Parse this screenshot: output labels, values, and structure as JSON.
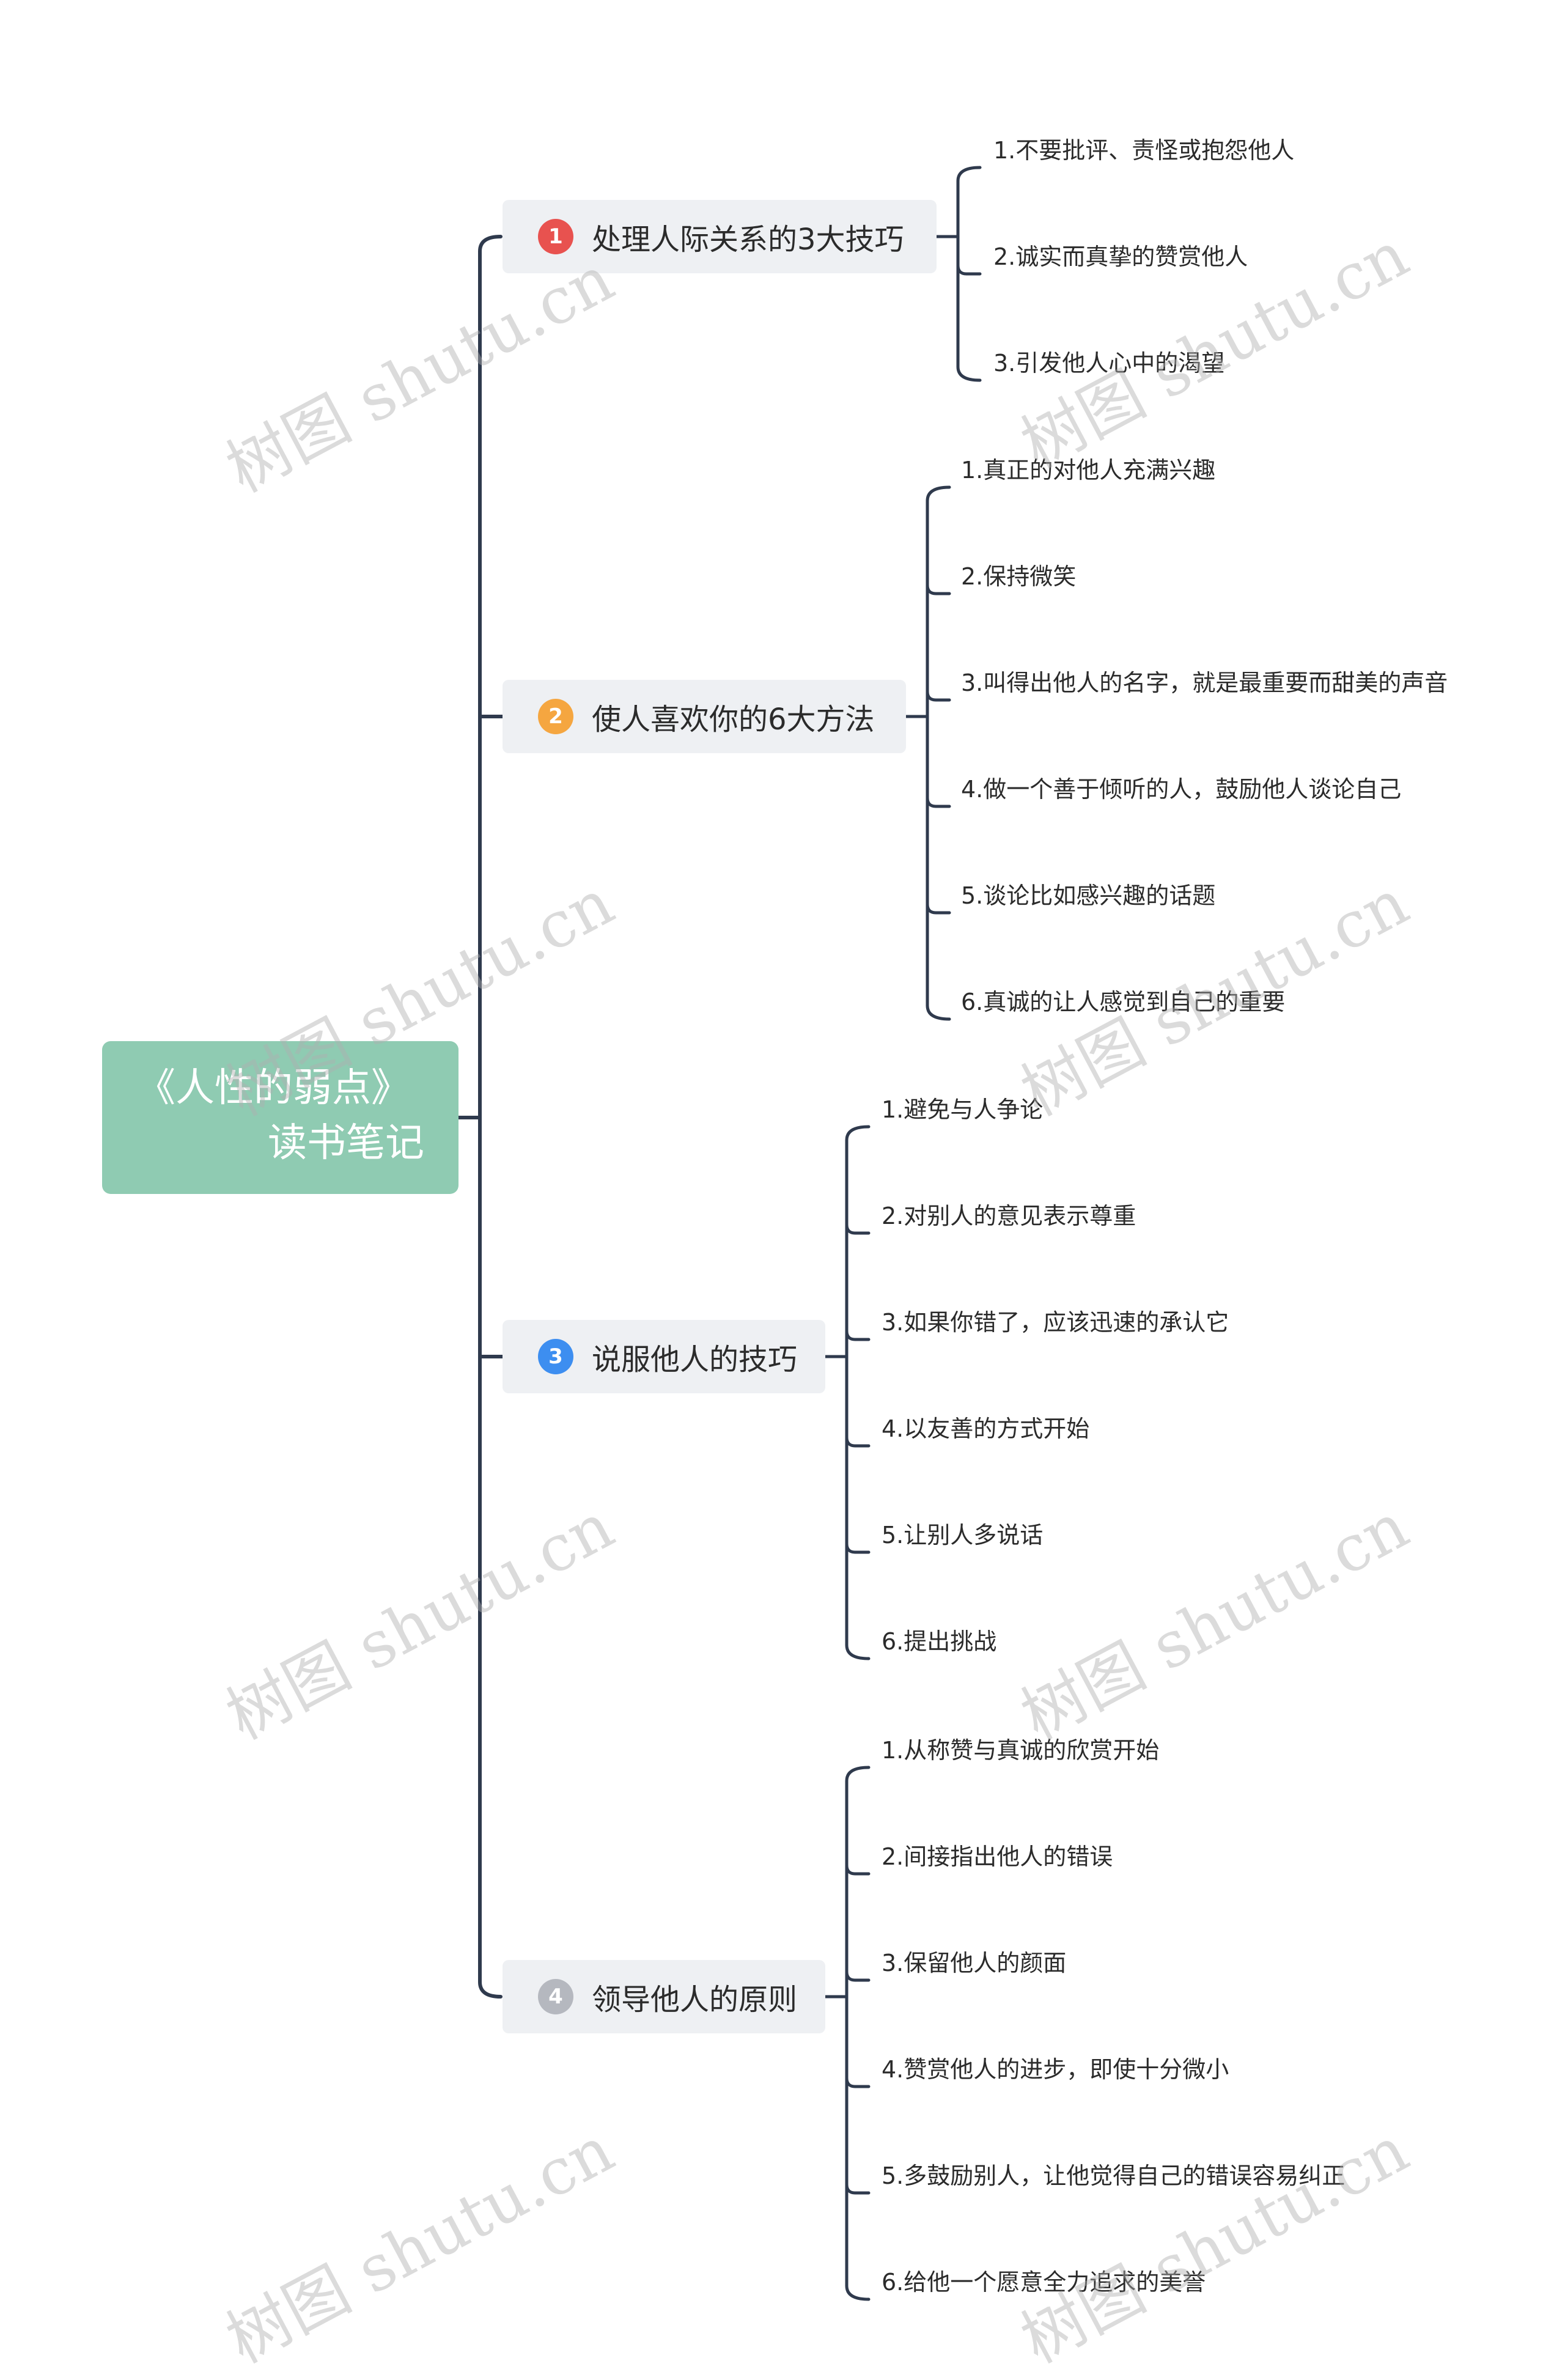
{
  "root": {
    "line1": "《人性的弱点》",
    "line2": "读书笔记"
  },
  "branches": [
    {
      "number": "1",
      "color": "#e8524f",
      "label": "处理人际关系的3大技巧",
      "items": [
        "1.不要批评、责怪或抱怨他人",
        "2.诚实而真挚的赞赏他人",
        "3.引发他人心中的渴望"
      ]
    },
    {
      "number": "2",
      "color": "#f5a640",
      "label": "使人喜欢你的6大方法",
      "items": [
        "1.真正的对他人充满兴趣",
        "2.保持微笑",
        "3.叫得出他人的名字，就是最重要而甜美的声音",
        "4.做一个善于倾听的人，鼓励他人谈论自己",
        " 5.谈论比如感兴趣的话题",
        "6.真诚的让人感觉到自己的重要"
      ]
    },
    {
      "number": "3",
      "color": "#3d8ef0",
      "label": "说服他人的技巧",
      "items": [
        "1.避免与人争论",
        "2.对别人的意见表示尊重",
        "3.如果你错了，应该迅速的承认它",
        "4.以友善的方式开始",
        "5.让别人多说话",
        "6.提出挑战"
      ]
    },
    {
      "number": "4",
      "color": "#b5b8bf",
      "label": "领导他人的原则",
      "items": [
        "1.从称赞与真诚的欣赏开始",
        "2.间接指出他人的错误",
        "3.保留他人的颜面",
        "4.赞赏他人的进步，即使十分微小",
        "5.多鼓励别人，让他觉得自己的错误容易纠正",
        "6.给他一个愿意全力追求的美誉"
      ]
    }
  ],
  "watermark": "树图 shutu.cn",
  "colors": {
    "root_bg": "#8fcbb2",
    "line": "#2f3a4d",
    "branch_bg": "#eef0f3"
  }
}
